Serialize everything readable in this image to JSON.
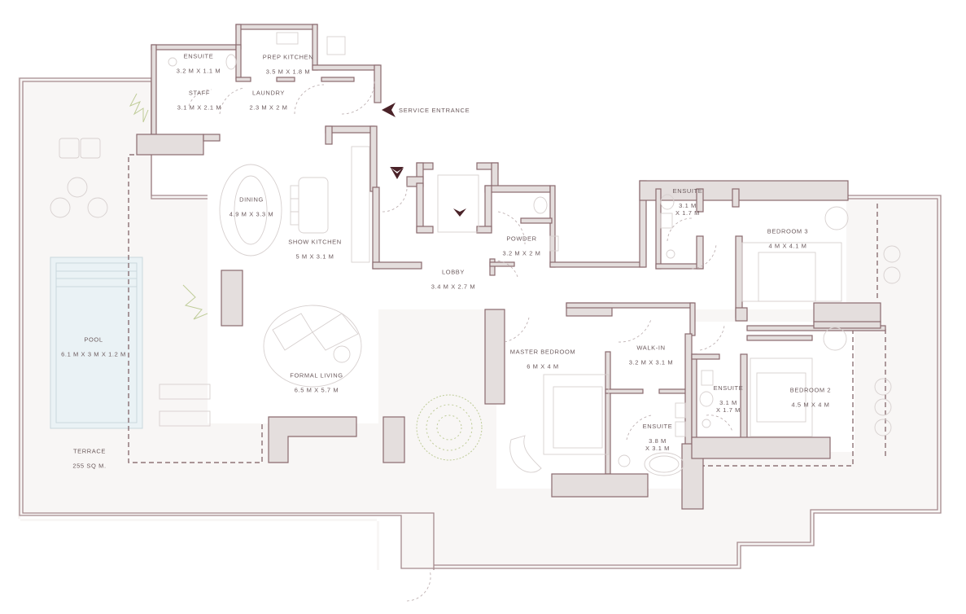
{
  "plan": {
    "colors": {
      "wall_fill": "#e4dedd",
      "wall_stroke": "#8a6a6e",
      "terrace_fill": "#f8f6f5",
      "interior_fill": "#ffffff",
      "pool_fill": "#eaf2f5",
      "pool_stroke": "#c9d8dd",
      "arrow": "#4a2228",
      "text": "#6b5a5c",
      "plant": "#c5d0a8",
      "furniture_stroke": "#d7d0cf"
    },
    "service_entrance": {
      "label": "SERVICE\nENTRANCE",
      "icon": "arrow-left-icon"
    },
    "rooms": [
      {
        "id": "ensuite-staff",
        "name": "ENSUITE",
        "dims": "3.2 M X 1.1 M"
      },
      {
        "id": "prep-kitchen",
        "name": "PREP KITCHEN",
        "dims": "3.5 M X 1.8 M"
      },
      {
        "id": "staff",
        "name": "STAFF",
        "dims": "3.1 M X 2.1 M"
      },
      {
        "id": "laundry",
        "name": "LAUNDRY",
        "dims": "2.3 M X 2 M"
      },
      {
        "id": "dining",
        "name": "DINING",
        "dims": "4.9 M X 3.3 M"
      },
      {
        "id": "show-kitchen",
        "name": "SHOW KITCHEN",
        "dims": "5 M X 3.1 M"
      },
      {
        "id": "powder",
        "name": "POWDER",
        "dims": "3.2 M X 2 M"
      },
      {
        "id": "lobby",
        "name": "LOBBY",
        "dims": "3.4 M X 2.7 M"
      },
      {
        "id": "ensuite-bed3",
        "name": "ENSUITE",
        "dims": "3.1 M\nX 1.7 M"
      },
      {
        "id": "bedroom-3",
        "name": "BEDROOM 3",
        "dims": "4 M X 4.1 M"
      },
      {
        "id": "pool",
        "name": "POOL",
        "dims": "6.1 M X 3 M X 1.2 M"
      },
      {
        "id": "formal-living",
        "name": "FORMAL LIVING",
        "dims": "6.5 M X 5.7 M"
      },
      {
        "id": "master-bedroom",
        "name": "MASTER BEDROOM",
        "dims": "6 M X 4 M"
      },
      {
        "id": "walk-in",
        "name": "WALK-IN",
        "dims": "3.2 M X 3.1 M"
      },
      {
        "id": "ensuite-master",
        "name": "ENSUITE",
        "dims": "3.8 M\nX 3.1 M"
      },
      {
        "id": "ensuite-bed2",
        "name": "ENSUITE",
        "dims": "3.1 M\nX 1.7 M"
      },
      {
        "id": "bedroom-2",
        "name": "BEDROOM 2",
        "dims": "4.5 M X 4 M"
      },
      {
        "id": "terrace",
        "name": "TERRACE",
        "dims": "255 SQ M."
      }
    ]
  }
}
